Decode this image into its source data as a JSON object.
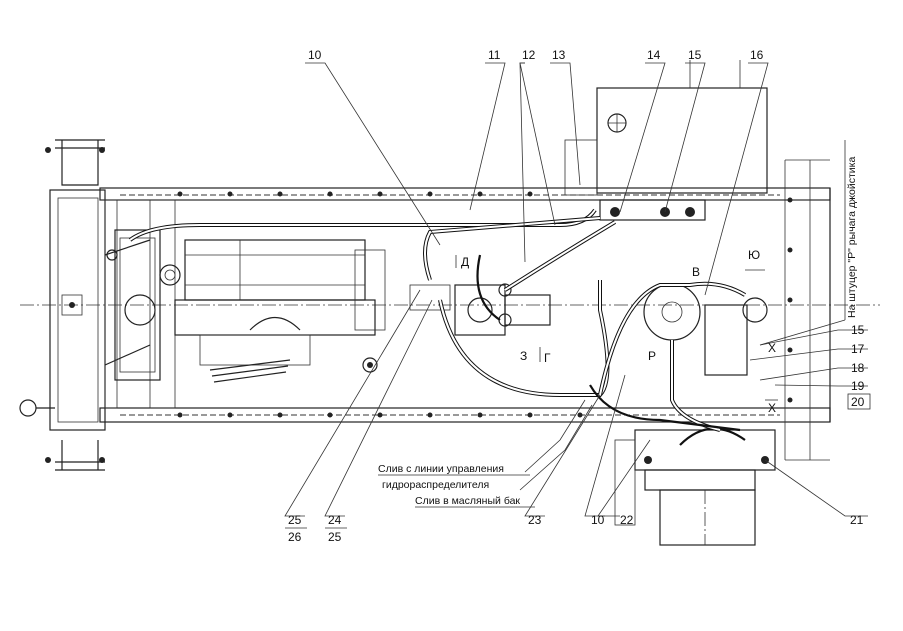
{
  "callouts": {
    "c10_top": "10",
    "c11": "11",
    "c12": "12",
    "c13": "13",
    "c14": "14",
    "c15_top": "15",
    "c16": "16",
    "c15_right": "15",
    "c17": "17",
    "c18": "18",
    "c19": "19",
    "c20": "20",
    "c21": "21",
    "c22": "22",
    "c10_bottom": "10",
    "c23": "23",
    "c24": "24",
    "c25_b": "25",
    "c25_a": "25",
    "c26": "26"
  },
  "zone_labels": {
    "d": "Д",
    "z": "З",
    "g": "Г",
    "v": "В",
    "yu": "Ю",
    "r": "Р",
    "x_top": "Х",
    "x_bottom": "Х"
  },
  "notes": {
    "drain_control_1": "Слив с линии управления",
    "drain_control_2": "гидрораспределителя",
    "drain_tank": "Слив в масляный бак",
    "joystick": "На штуцер \"Р\" рычага джойстика"
  }
}
